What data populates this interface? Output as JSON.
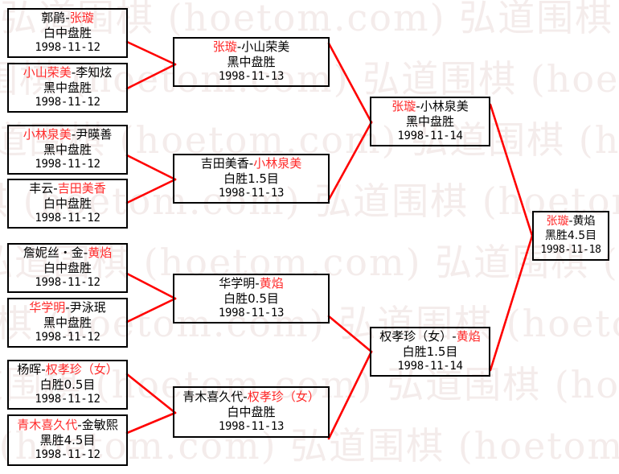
{
  "watermark": {
    "text": "弘道围棋 (hoetom.com) 弘道围棋 (hoetom.com) 弘道围棋 (hoetom.com)",
    "color": "#f4eceb"
  },
  "colors": {
    "winner": "#ff2a2a",
    "loser": "#000000",
    "connector": "#ff0000",
    "box_border": "#000000",
    "background": "#ffffff"
  },
  "bracket": {
    "rounds": [
      {
        "name": "round-of-16",
        "matches": [
          {
            "id": "r1m1",
            "left": "郭鹃",
            "sep": "-",
            "right": "张璇",
            "left_winner": false,
            "right_winner": true,
            "result": "白中盘胜",
            "date": "1998-11-12"
          },
          {
            "id": "r1m2",
            "left": "小山荣美",
            "sep": "-",
            "right": "李知炫",
            "left_winner": true,
            "right_winner": false,
            "result": "黑中盘胜",
            "date": "1998-11-12"
          },
          {
            "id": "r1m3",
            "left": "小林泉美",
            "sep": "-",
            "right": "尹暎善",
            "left_winner": true,
            "right_winner": false,
            "result": "黑中盘胜",
            "date": "1998-11-12"
          },
          {
            "id": "r1m4",
            "left": "丰云",
            "sep": "-",
            "right": "吉田美香",
            "left_winner": false,
            "right_winner": true,
            "result": "白中盘胜",
            "date": "1998-11-12"
          },
          {
            "id": "r1m5",
            "left": "詹妮丝・金",
            "sep": "-",
            "right": "黄焰",
            "left_winner": false,
            "right_winner": true,
            "result": "白中盘胜",
            "date": "1998-11-12"
          },
          {
            "id": "r1m6",
            "left": "华学明",
            "sep": "-",
            "right": "尹泳珉",
            "left_winner": true,
            "right_winner": false,
            "result": "黑中盘胜",
            "date": "1998-11-12"
          },
          {
            "id": "r1m7",
            "left": "杨晖",
            "sep": "-",
            "right": "权孝珍（女）",
            "left_winner": false,
            "right_winner": true,
            "result": "白胜0.5目",
            "date": "1998-11-12"
          },
          {
            "id": "r1m8",
            "left": "青木喜久代",
            "sep": "-",
            "right": "金敏熙",
            "left_winner": true,
            "right_winner": false,
            "result": "黑胜4.5目",
            "date": "1998-11-12"
          }
        ]
      },
      {
        "name": "quarter-finals",
        "matches": [
          {
            "id": "r2m1",
            "left": "张璇",
            "sep": "-",
            "right": "小山荣美",
            "left_winner": true,
            "right_winner": false,
            "result": "黑中盘胜",
            "date": "1998-11-13"
          },
          {
            "id": "r2m2",
            "left": "吉田美香",
            "sep": "-",
            "right": "小林泉美",
            "left_winner": false,
            "right_winner": true,
            "result": "白胜1.5目",
            "date": "1998-11-13"
          },
          {
            "id": "r2m3",
            "left": "华学明",
            "sep": "-",
            "right": "黄焰",
            "left_winner": false,
            "right_winner": true,
            "result": "白胜0.5目",
            "date": "1998-11-13"
          },
          {
            "id": "r2m4",
            "left": "青木喜久代",
            "sep": "-",
            "right": "权孝珍（女）",
            "left_winner": false,
            "right_winner": true,
            "result": "白中盘胜",
            "date": "1998-11-13"
          }
        ]
      },
      {
        "name": "semi-finals",
        "matches": [
          {
            "id": "r3m1",
            "left": "张璇",
            "sep": "-",
            "right": "小林泉美",
            "left_winner": true,
            "right_winner": false,
            "result": "黑中盘胜",
            "date": "1998-11-14"
          },
          {
            "id": "r3m2",
            "left": "权孝珍（女）",
            "sep": "-",
            "right": "黄焰",
            "left_winner": false,
            "right_winner": true,
            "result": "白胜1.5目",
            "date": "1998-11-14"
          }
        ]
      },
      {
        "name": "final",
        "matches": [
          {
            "id": "r4m1",
            "left": "张璇",
            "sep": "-",
            "right": "黄焰",
            "left_winner": true,
            "right_winner": false,
            "result": "黑胜4.5目",
            "date": "1998-11-18"
          }
        ]
      }
    ]
  }
}
